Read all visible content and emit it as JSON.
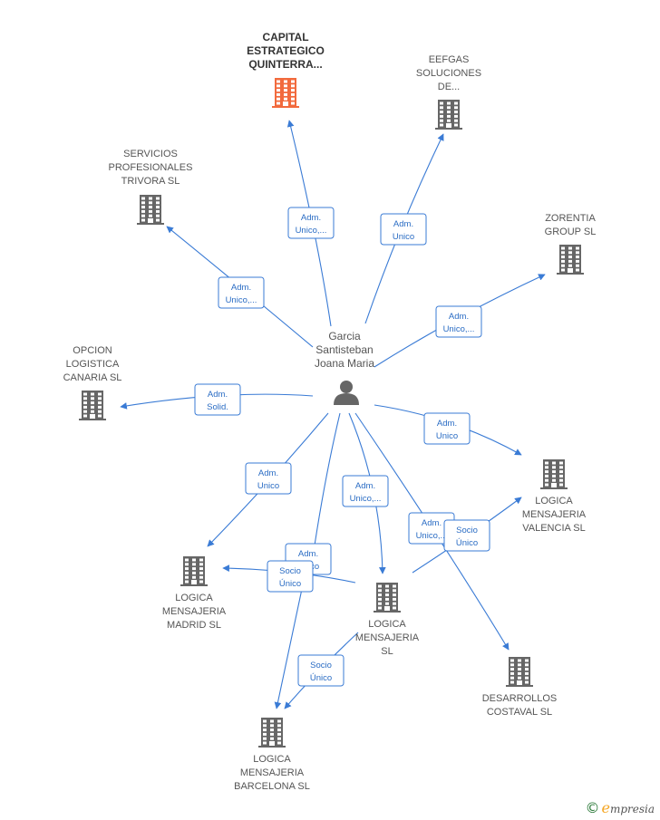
{
  "person": {
    "name_lines": [
      "Garcia",
      "Santisteban",
      "Joana Maria"
    ],
    "icon": "person-icon"
  },
  "colors": {
    "edge": "#3a7bd5",
    "building": "#666666",
    "building_highlight": "#f26a3d"
  },
  "companies": [
    {
      "id": "capital",
      "lines": [
        "CAPITAL",
        "ESTRATEGICO",
        "QUINTERRA..."
      ],
      "highlight": true,
      "icon": "building-icon"
    },
    {
      "id": "eefgas",
      "lines": [
        "EEFGAS",
        "SOLUCIONES",
        "DE..."
      ],
      "highlight": false,
      "icon": "building-icon"
    },
    {
      "id": "servicios",
      "lines": [
        "SERVICIOS",
        "PROFESIONALES",
        "TRIVORA  SL"
      ],
      "highlight": false,
      "icon": "building-icon"
    },
    {
      "id": "zorentia",
      "lines": [
        "ZORENTIA",
        "GROUP  SL"
      ],
      "highlight": false,
      "icon": "building-icon"
    },
    {
      "id": "opcion",
      "lines": [
        "OPCION",
        "LOGISTICA",
        "CANARIA  SL"
      ],
      "highlight": false,
      "icon": "building-icon"
    },
    {
      "id": "valencia",
      "lines": [
        "LOGICA",
        "MENSAJERIA",
        "VALENCIA  SL"
      ],
      "highlight": false,
      "icon": "building-icon"
    },
    {
      "id": "madrid",
      "lines": [
        "LOGICA",
        "MENSAJERIA",
        "MADRID  SL"
      ],
      "highlight": false,
      "icon": "building-icon"
    },
    {
      "id": "logica",
      "lines": [
        "LOGICA",
        "MENSAJERIA",
        "SL"
      ],
      "highlight": false,
      "icon": "building-icon"
    },
    {
      "id": "desarrollos",
      "lines": [
        "DESARROLLOS",
        "COSTAVAL  SL"
      ],
      "highlight": false,
      "icon": "building-icon"
    },
    {
      "id": "barcelona",
      "lines": [
        "LOGICA",
        "MENSAJERIA",
        "BARCELONA  SL"
      ],
      "highlight": false,
      "icon": "building-icon"
    }
  ],
  "relations": [
    {
      "from": "person",
      "to": "capital",
      "lines": [
        "Adm.",
        "Unico,..."
      ]
    },
    {
      "from": "person",
      "to": "eefgas",
      "lines": [
        "Adm.",
        "Unico"
      ]
    },
    {
      "from": "person",
      "to": "servicios",
      "lines": [
        "Adm.",
        "Unico,..."
      ]
    },
    {
      "from": "person",
      "to": "zorentia",
      "lines": [
        "Adm.",
        "Unico,..."
      ]
    },
    {
      "from": "person",
      "to": "opcion",
      "lines": [
        "Adm.",
        "Solid."
      ]
    },
    {
      "from": "person",
      "to": "valencia",
      "lines": [
        "Adm.",
        "Unico"
      ]
    },
    {
      "from": "person",
      "to": "madrid",
      "lines": [
        "Adm.",
        "Unico"
      ]
    },
    {
      "from": "person",
      "to": "logica",
      "lines": [
        "Adm.",
        "Unico,..."
      ]
    },
    {
      "from": "person",
      "to": "desarrollos",
      "lines": [
        "Adm.",
        "Unico,..."
      ]
    },
    {
      "from": "person",
      "to": "barcelona",
      "lines": [
        "Adm.",
        "Unico"
      ]
    },
    {
      "from": "logica",
      "to": "valencia",
      "lines": [
        "Socio",
        "Único"
      ]
    },
    {
      "from": "logica",
      "to": "madrid",
      "lines": [
        "Socio",
        "Único"
      ]
    },
    {
      "from": "logica",
      "to": "barcelona",
      "lines": [
        "Socio",
        "Único"
      ]
    }
  ],
  "footer": {
    "copyright_symbol": "©",
    "brand_initial": "e",
    "brand_rest": "mpresia"
  }
}
